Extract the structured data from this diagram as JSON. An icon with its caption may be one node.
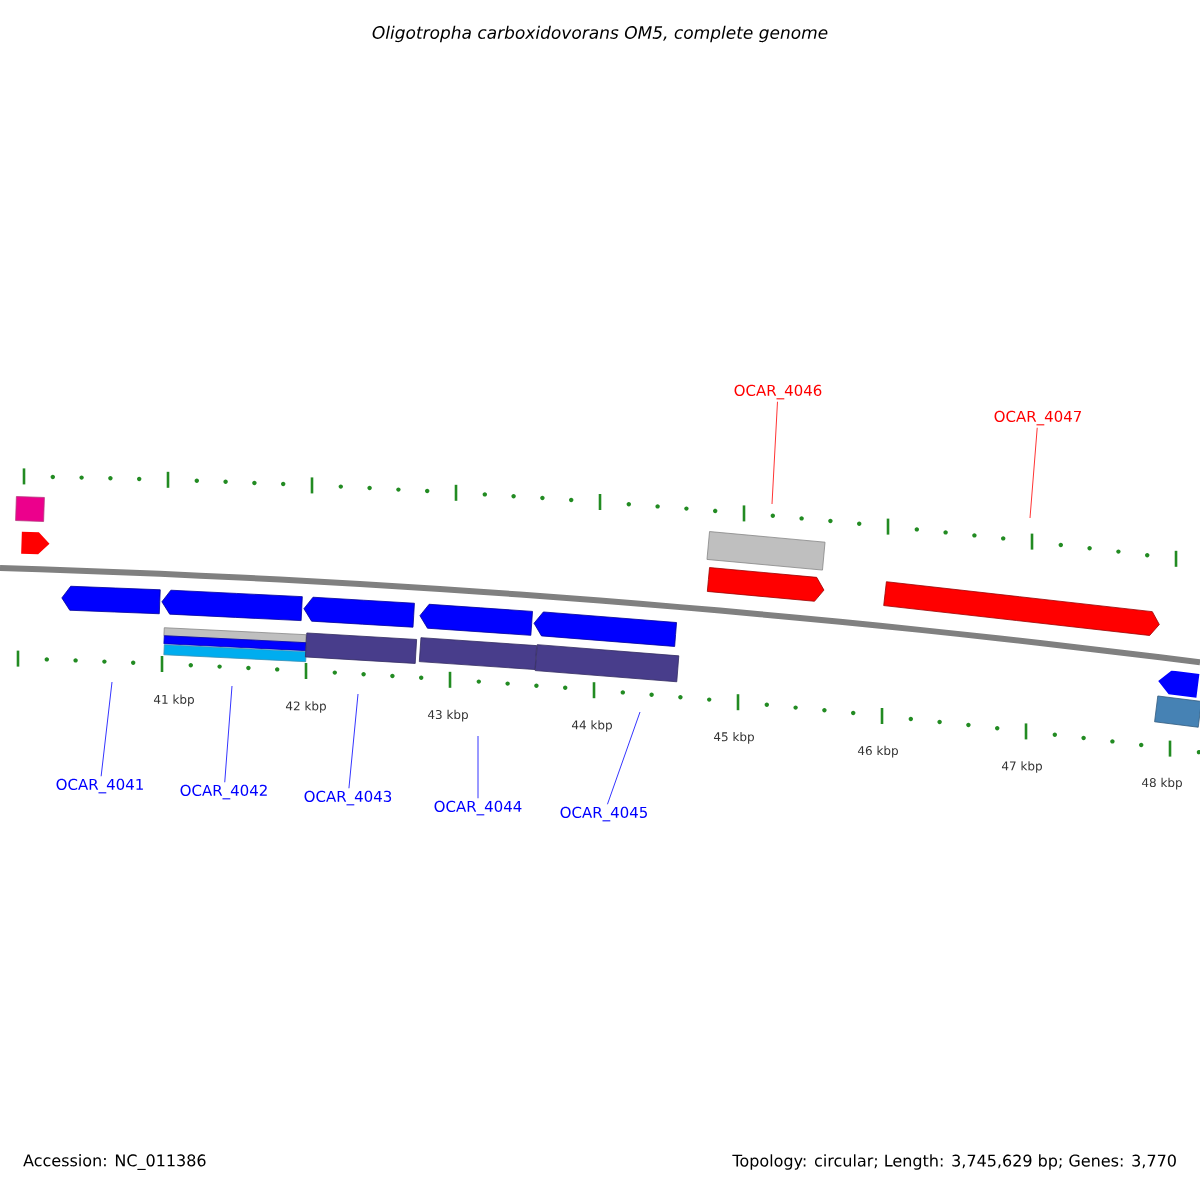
{
  "diagram": {
    "title": "Oligotropha carboxidovorans OM5, complete genome",
    "nodes": [
      {
        "text": [
          "OCAR_4041"
        ]
      },
      {
        "text": [
          "OCAR_4042"
        ]
      },
      {
        "text": [
          "OCAR_4043"
        ]
      },
      {
        "text": [
          "OCAR_4044"
        ]
      },
      {
        "text": [
          "OCAR_4045"
        ]
      },
      {
        "text": [
          "OCAR_4046"
        ]
      },
      {
        "text": [
          "OCAR_4047"
        ]
      }
    ],
    "edges": [
      {
        "from": 0,
        "to": null,
        "arrow": "none"
      },
      {
        "from": 1,
        "to": null,
        "arrow": "none"
      },
      {
        "from": 2,
        "to": null,
        "arrow": "none"
      },
      {
        "from": 3,
        "to": null,
        "arrow": "none"
      },
      {
        "from": 4,
        "to": null,
        "arrow": "none"
      },
      {
        "from": 5,
        "to": null,
        "arrow": "none",
        "color": "#ff0000"
      },
      {
        "from": 6,
        "to": null,
        "arrow": "none",
        "color": "#ff0000"
      }
    ],
    "labels": [
      "41 kbp",
      "42 kbp",
      "43 kbp",
      "44 kbp",
      "45 kbp",
      "46 kbp",
      "47 kbp",
      "48 kbp",
      "Accession: NC_011386",
      "Topology: circular; Length: 3,745,629 bp; Genes: 3,770"
    ]
  }
}
